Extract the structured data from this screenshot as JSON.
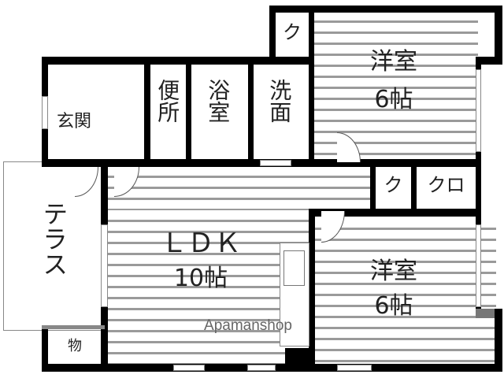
{
  "rooms": {
    "closet_top": "ク",
    "western_top": "洋室\n6帖",
    "western_top_name": "洋室",
    "western_top_size": "6帖",
    "entrance": "玄関",
    "toilet": "便所",
    "bath": "浴室",
    "washroom": "洗面",
    "closet_mid": "ク",
    "closet_mid2": "クロ",
    "terrace": "テラス",
    "ldk_name": "ＬＤＫ",
    "ldk_size": "10帖",
    "western_bottom_name": "洋室",
    "western_bottom_size": "6帖",
    "storage": "物"
  },
  "watermark": "Apamanshop"
}
